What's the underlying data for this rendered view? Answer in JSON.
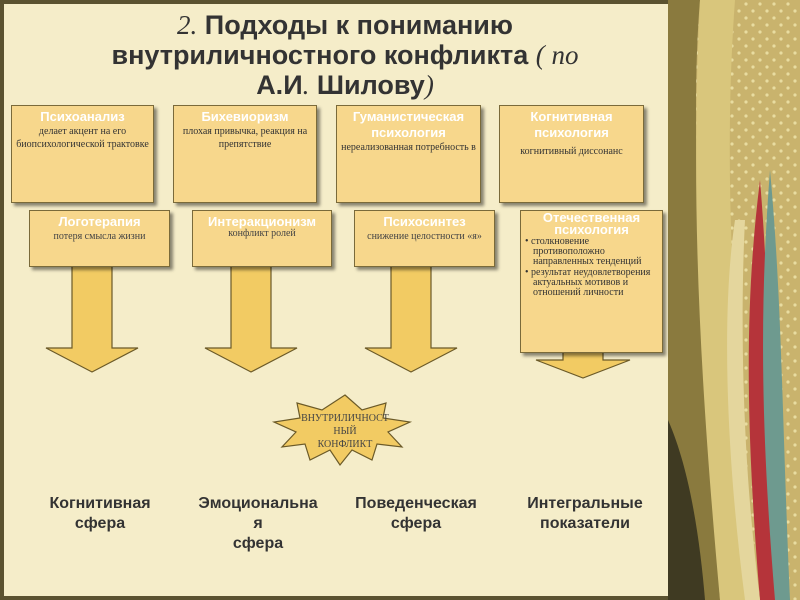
{
  "title": {
    "line1_num": "2.",
    "line1_text": "Подходы к пониманию",
    "line2_text": "внутриличностного конфликта",
    "line2_paren": "( по",
    "line3_text": "А.И",
    "line3_dot": ".",
    "line3_name": " Шилову",
    "line3_close": ")"
  },
  "top_boxes": [
    {
      "heading": "Психоанализ",
      "sub": "делает акцент на его биопсихологической трактовке"
    },
    {
      "heading": "Бихевиоризм",
      "sub": "плохая привычка, реакция на препятствие"
    },
    {
      "heading": "Гуманистическая психология",
      "sub": "нереализованная потребность в"
    },
    {
      "heading": "Когнитивная психология",
      "sub": "когнитивный диссонанс"
    }
  ],
  "second_boxes": [
    {
      "heading": "Логотерапия",
      "sub": "потеря смысла жизни"
    },
    {
      "heading": "Интеракционизм",
      "sub": "конфликт ролей"
    },
    {
      "heading": "Психосинтез",
      "sub": "снижение целостности «я»"
    },
    {
      "heading": "Отечественная психология",
      "bullets": [
        "столкновение противоположно направленных тенденций",
        "результат неудовлетворения актуальных мотивов и отношений личности"
      ]
    }
  ],
  "conflict": {
    "line1": "ВНУТРИЛИЧНОСТ",
    "line2": "НЫЙ",
    "line3": "КОНФЛИКТ"
  },
  "spheres": [
    {
      "line1": "Когнитивная",
      "line2": "сфера"
    },
    {
      "line1": "Эмоциональна",
      "line2": "я",
      "line3": "сфера"
    },
    {
      "line1": "Поведенческая",
      "line2": "сфера"
    },
    {
      "line1": "Интегральные",
      "line2": "показатели"
    }
  ],
  "colors": {
    "background": "#f5edc9",
    "box_fill": "#f7d78c",
    "arrow_fill": "#f2cb63",
    "star_fill": "#f2cb63",
    "frame": "#5b5230"
  }
}
